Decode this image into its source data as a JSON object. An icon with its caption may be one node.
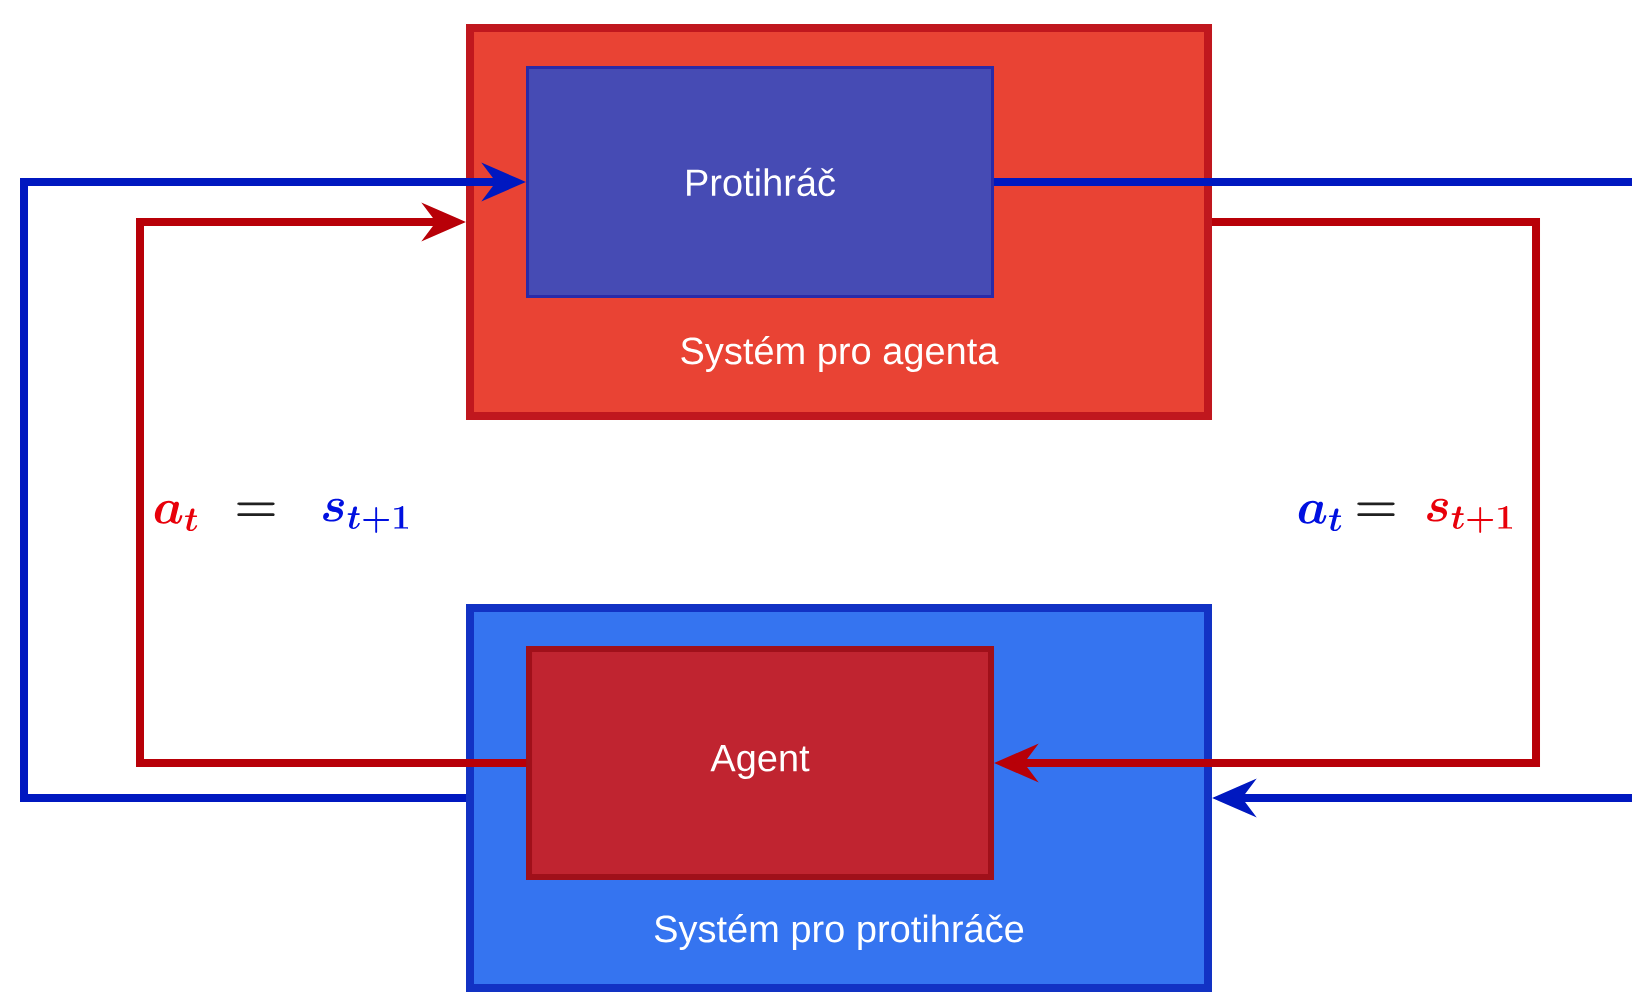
{
  "diagram": {
    "nodes": [
      {
        "text": [
          "Systém pro agenta"
        ]
      },
      {
        "text": [
          "Protihráč"
        ],
        "in": 0
      },
      {
        "text": [
          "Systém pro protihráče"
        ]
      },
      {
        "text": [
          "Agent"
        ],
        "in": 2
      }
    ],
    "edges": [
      {
        "from": 2,
        "to": 1,
        "arrow": "to",
        "color": "#0018c0"
      },
      {
        "from": 3,
        "to": 0,
        "arrow": "to",
        "color": "#b80008"
      },
      {
        "from": 1,
        "to": 2,
        "arrow": "to",
        "color": "#0018c0"
      },
      {
        "from": 0,
        "to": 3,
        "arrow": "to",
        "color": "#b80008"
      }
    ],
    "labels": [
      "a_t",
      "=",
      "s_{t+1}",
      "a_t",
      "=",
      "s_{t+1}"
    ]
  }
}
